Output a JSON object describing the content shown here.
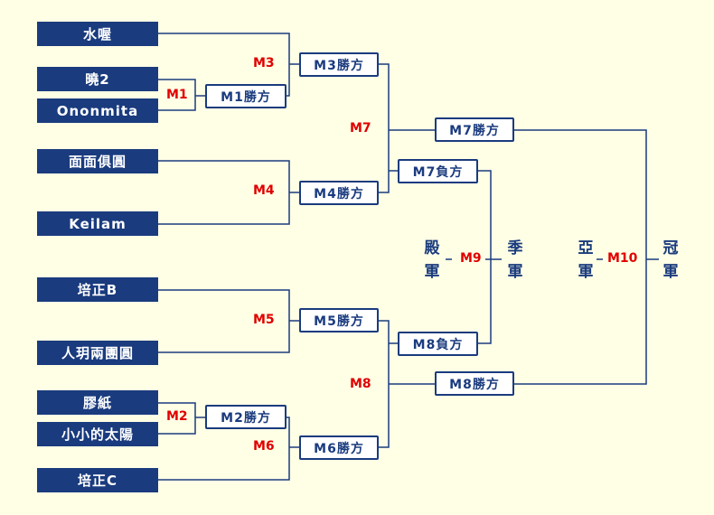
{
  "colors": {
    "background": "#FFFFE5",
    "navy": "#1A3B7E",
    "red": "#E00000",
    "box_bg": "#FFFFFF"
  },
  "teams": {
    "t1": "水喔",
    "t2": "曉2",
    "t3": "Ononmita",
    "t4": "面面俱圓",
    "t5": "Keilam",
    "t6": "培正B",
    "t7": "人玥兩團圓",
    "t8": "膠紙",
    "t9": "小小的太陽",
    "t10": "培正C"
  },
  "boxes": {
    "m1_winner": "M1勝方",
    "m2_winner": "M2勝方",
    "m3_winner": "M3勝方",
    "m4_winner": "M4勝方",
    "m5_winner": "M5勝方",
    "m6_winner": "M6勝方",
    "m7_winner": "M7勝方",
    "m7_loser": "M7負方",
    "m8_winner": "M8勝方",
    "m8_loser": "M8負方"
  },
  "match_labels": {
    "m1": "M1",
    "m2": "M2",
    "m3": "M3",
    "m4": "M4",
    "m5": "M5",
    "m6": "M6",
    "m7": "M7",
    "m8": "M8",
    "m9": "M9",
    "m10": "M10"
  },
  "places": {
    "fourth_a": "殿",
    "fourth_b": "軍",
    "third_a": "季",
    "third_b": "軍",
    "second_a": "亞",
    "second_b": "軍",
    "first_a": "冠",
    "first_b": "軍"
  }
}
